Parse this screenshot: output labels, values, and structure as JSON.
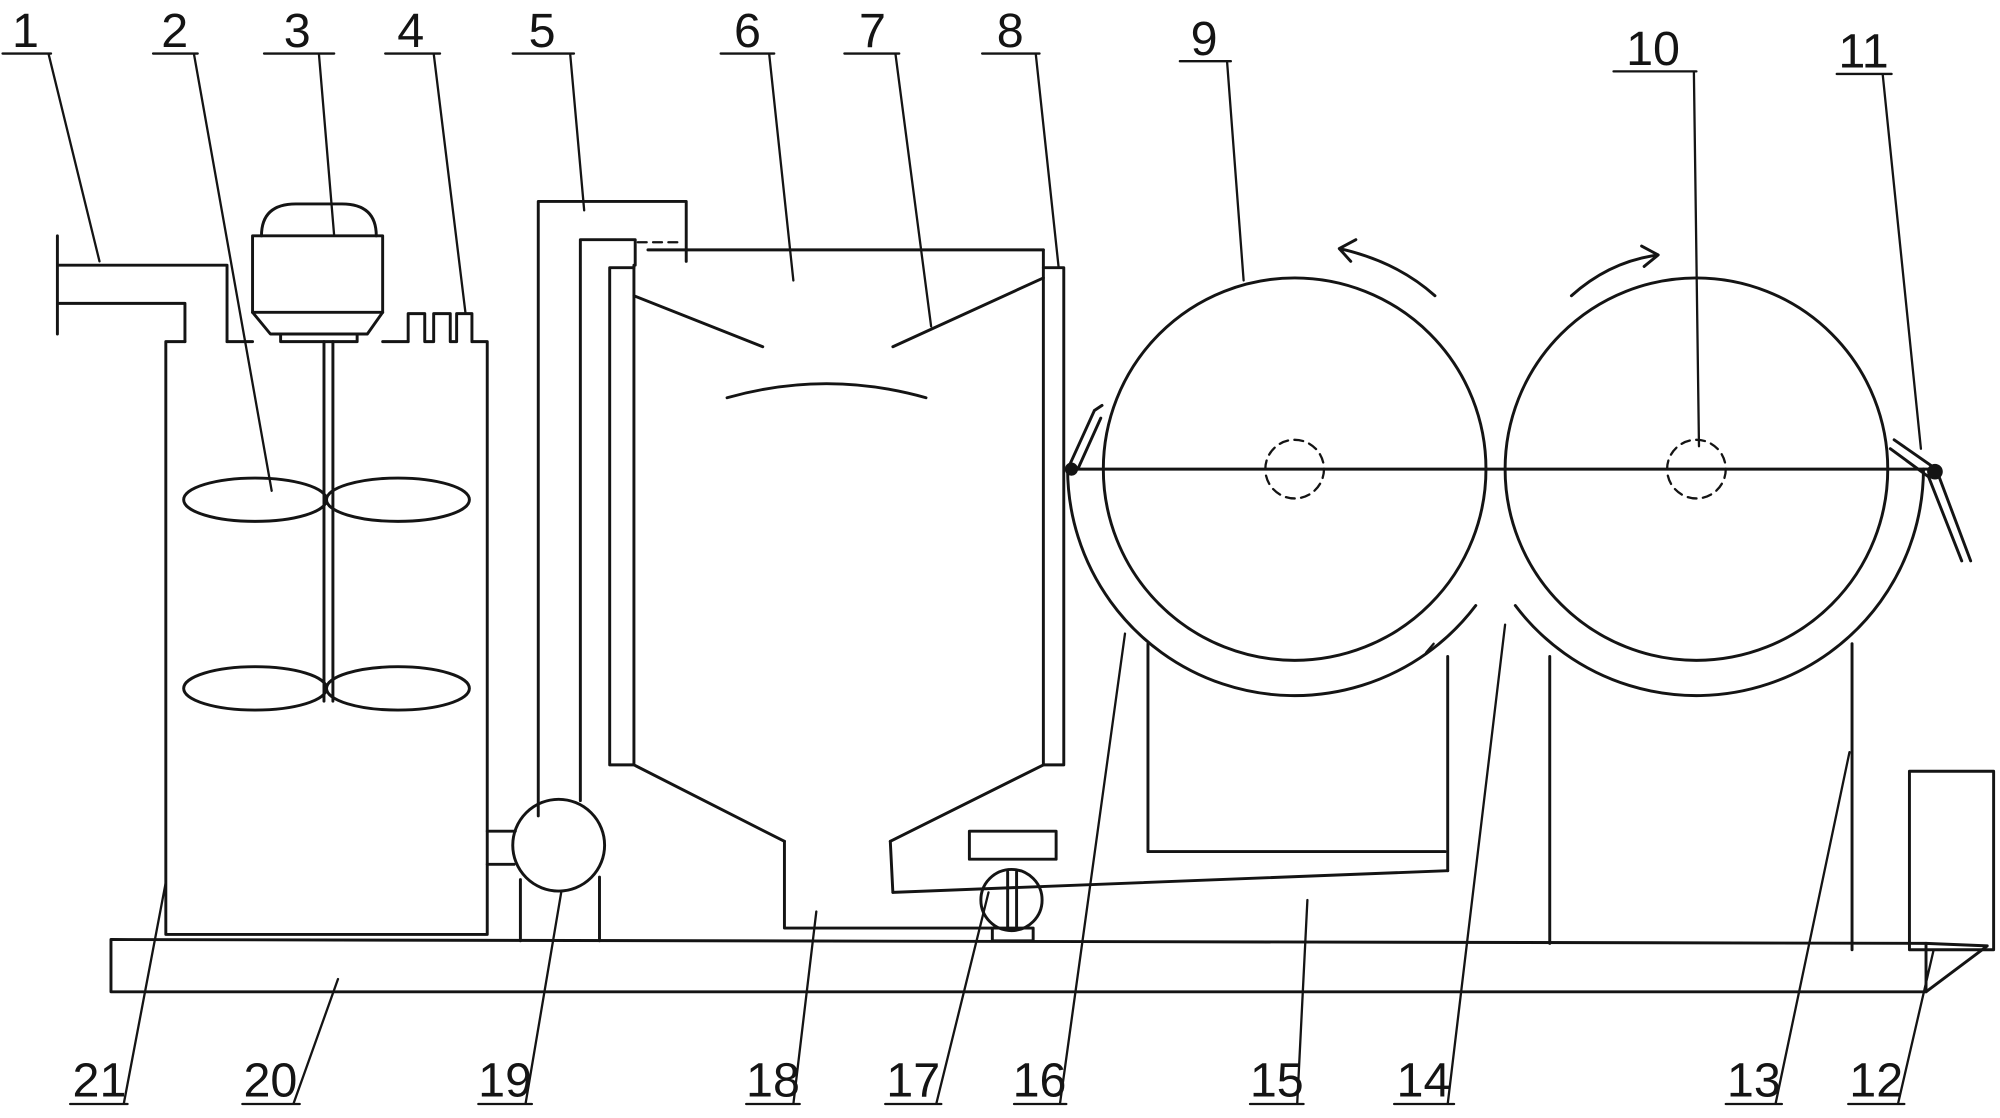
{
  "labels": [
    "1",
    "2",
    "3",
    "4",
    "5",
    "6",
    "7",
    "8",
    "9",
    "10",
    "11",
    "12",
    "13",
    "14",
    "15",
    "16",
    "17",
    "18",
    "19",
    "20",
    "21"
  ],
  "colors": {
    "ink": "#141414",
    "paper": "#ffffff"
  }
}
